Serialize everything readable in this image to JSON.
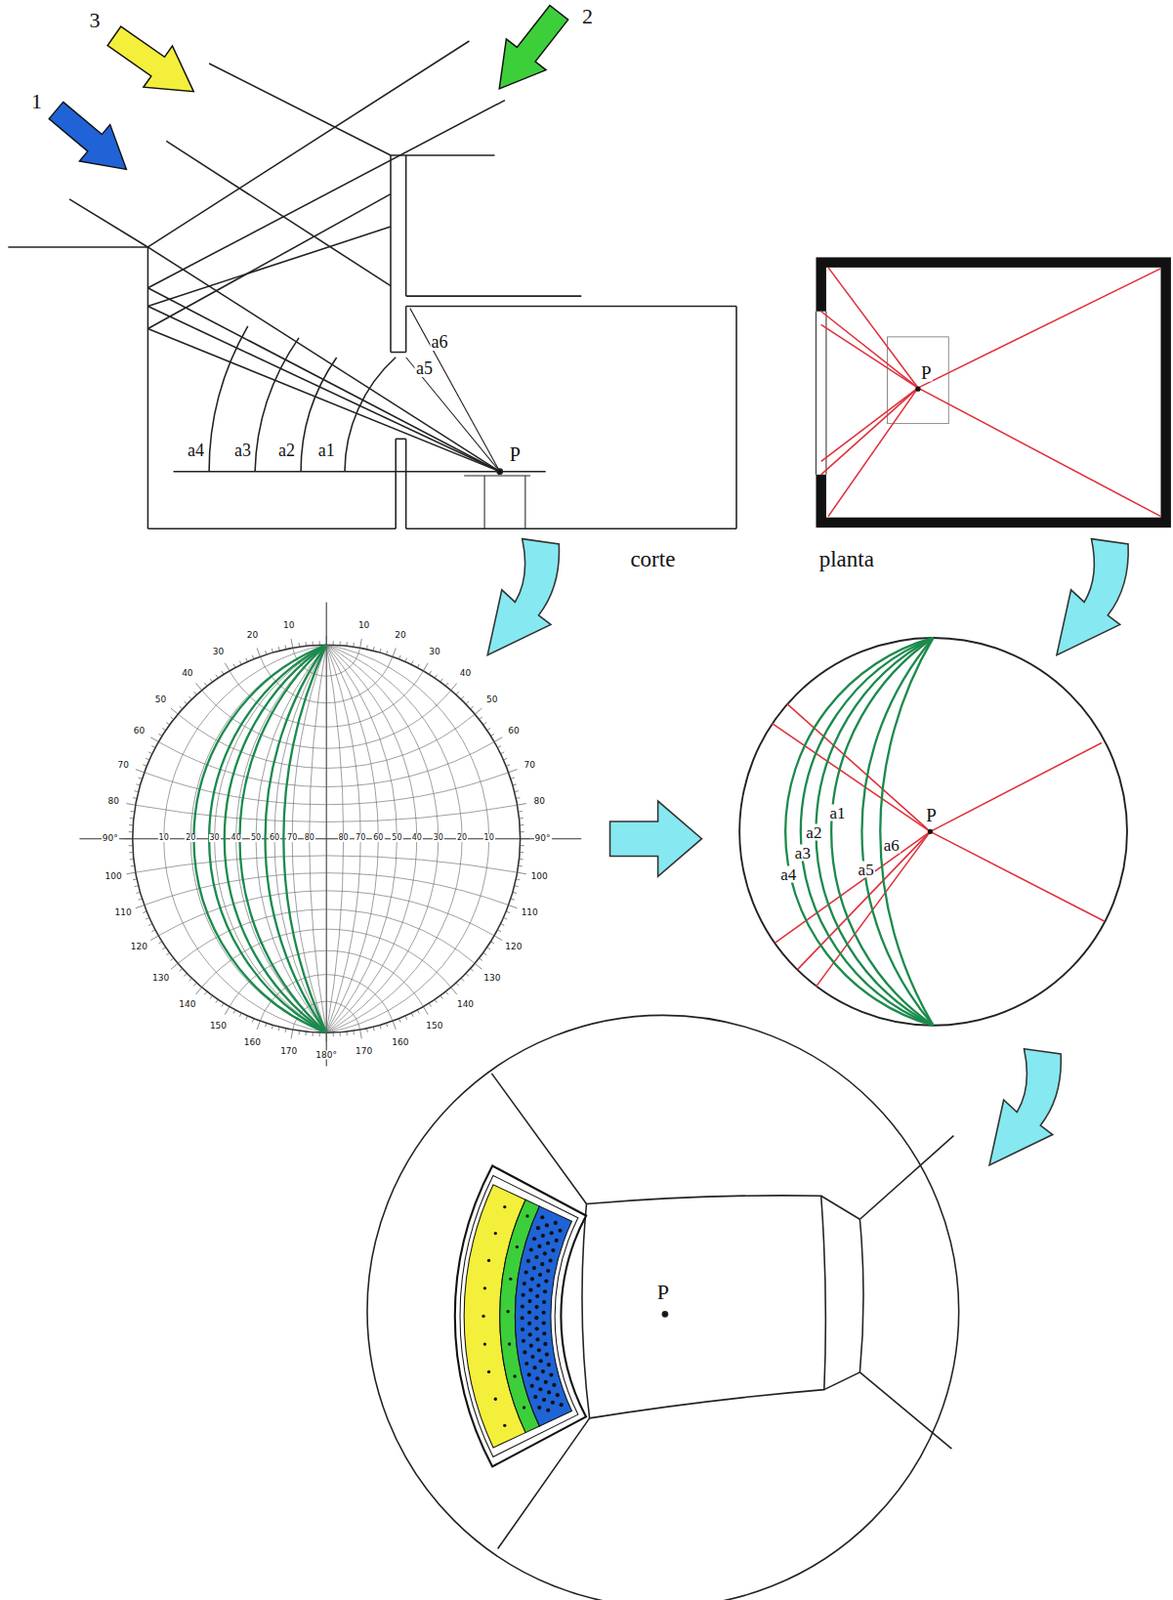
{
  "diagram": {
    "labels": [
      "3",
      "2",
      "1",
      "a6",
      "a5",
      "a4",
      "a3",
      "a2",
      "a1",
      "P",
      "corte",
      "planta",
      "P",
      "10",
      "20",
      "30",
      "40",
      "50",
      "60",
      "70",
      "80",
      "90°",
      "100",
      "110",
      "120",
      "130",
      "140",
      "150",
      "160",
      "170",
      "10",
      "20",
      "30",
      "40",
      "50",
      "60",
      "70",
      "80",
      "90°",
      "100",
      "110",
      "120",
      "130",
      "140",
      "150",
      "160",
      "170",
      "180°",
      "10",
      "20",
      "30",
      "40",
      "50",
      "60",
      "70",
      "80",
      "80",
      "70",
      "60",
      "50",
      "40",
      "30",
      "20",
      "10",
      "a1",
      "a2",
      "a3",
      "a4",
      "a6",
      "a5",
      "P",
      "P"
    ]
  }
}
